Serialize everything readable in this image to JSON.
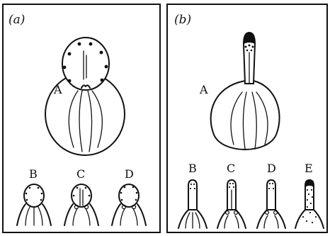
{
  "panels": [
    {
      "label": "(a)",
      "main_label": "A",
      "small_labels": [
        "B",
        "C",
        "D"
      ]
    },
    {
      "label": "(b)",
      "main_label": "A",
      "small_labels": [
        "B",
        "C",
        "D",
        "E"
      ]
    }
  ]
}
